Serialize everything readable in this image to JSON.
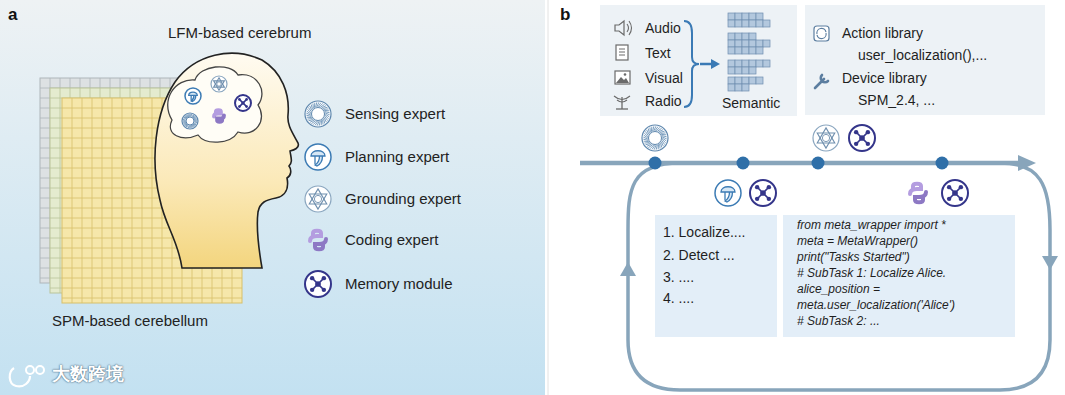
{
  "diagram": {
    "nodes": [
      {
        "text": [
          "Audio",
          "Text",
          "Visual",
          "Radio",
          "Semantic"
        ]
      },
      {
        "text": [
          "Action library",
          "user_localization(),...",
          "Device library",
          "SPM_2.4, ..."
        ]
      },
      {
        "text": [
          "1. Localize....",
          "2. Detect ...",
          "3. ....",
          "4. ...."
        ]
      },
      {
        "text": [
          "from meta_wrapper import *",
          "meta = MetaWrapper()",
          "print(\"Tasks Started\")",
          "# SubTask 1: Localize Alice.",
          "alice_position =",
          "meta.user_localization('Alice')",
          "# SubTask 2: ..."
        ]
      }
    ],
    "labels": [
      "a",
      "b",
      "LFM-based cerebrum",
      "SPM-based cerebellum",
      "大数跨境"
    ],
    "legend": [
      {
        "text": "Sensing expert"
      },
      {
        "text": "Planning expert"
      },
      {
        "text": "Grounding expert"
      },
      {
        "text": "Coding expert"
      },
      {
        "text": "Memory module"
      }
    ]
  }
}
